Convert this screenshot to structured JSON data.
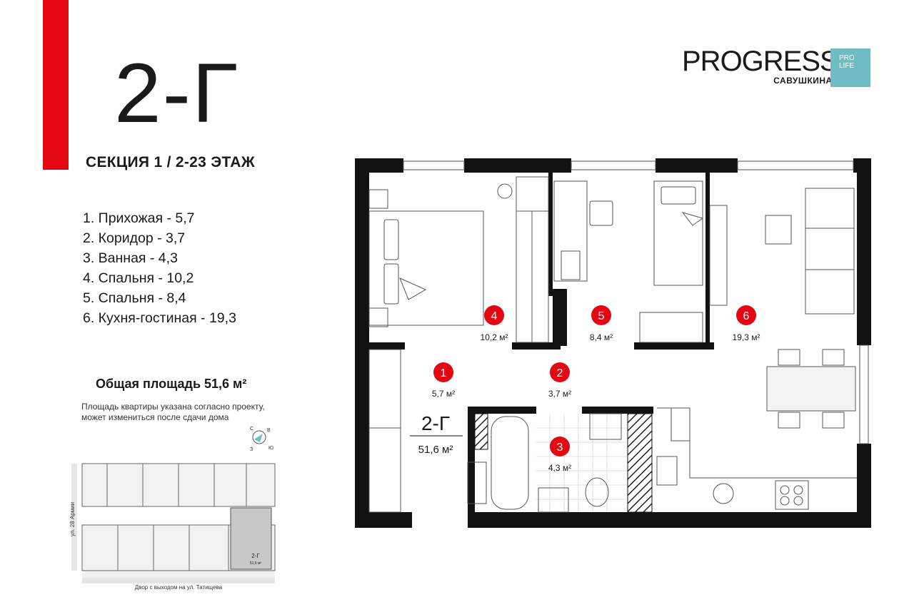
{
  "apartment": {
    "code": "2-Г",
    "section_floor": "СЕКЦИЯ 1  / 2-23 ЭТАЖ"
  },
  "rooms": [
    {
      "label": "1.  Прихожая - 5,7",
      "num": "1",
      "area": "5,7 м²"
    },
    {
      "label": "2. Коридор - 3,7",
      "num": "2",
      "area": "3,7 м²"
    },
    {
      "label": "3. Ванная - 4,3",
      "num": "3",
      "area": "4,3 м²"
    },
    {
      "label": "4. Спальня - 10,2",
      "num": "4",
      "area": "10,2 м²"
    },
    {
      "label": "5. Спальня - 8,4",
      "num": "5",
      "area": "8,4 м²"
    },
    {
      "label": "6. Кухня-гостиная - 19,3",
      "num": "6",
      "area": "19,3 м²"
    }
  ],
  "total": "Общая площадь 51,6 м²",
  "note_lines": [
    "Площадь квартиры указана согласно проекту,",
    "может измениться после сдачи дома"
  ],
  "brand": {
    "name": "PROGRESS",
    "sub": "САВУШКИНА",
    "box_line1": "PRO",
    "box_line2": "LIFE"
  },
  "plan_label": {
    "code": "2-Г",
    "area": "51,6 м²"
  },
  "mini_map": {
    "street_left": "ул. 28 Армии",
    "street_bottom": "Двор с выходом на ул. Татищева",
    "unit_code": "2-Г",
    "unit_area": "51,6 м²"
  },
  "compass": {
    "c": "С",
    "v": "В",
    "yu": "Ю",
    "z": "З"
  },
  "colors": {
    "accent": "#e30613",
    "brand_box": "#6fbcc4",
    "wall": "#111111"
  }
}
